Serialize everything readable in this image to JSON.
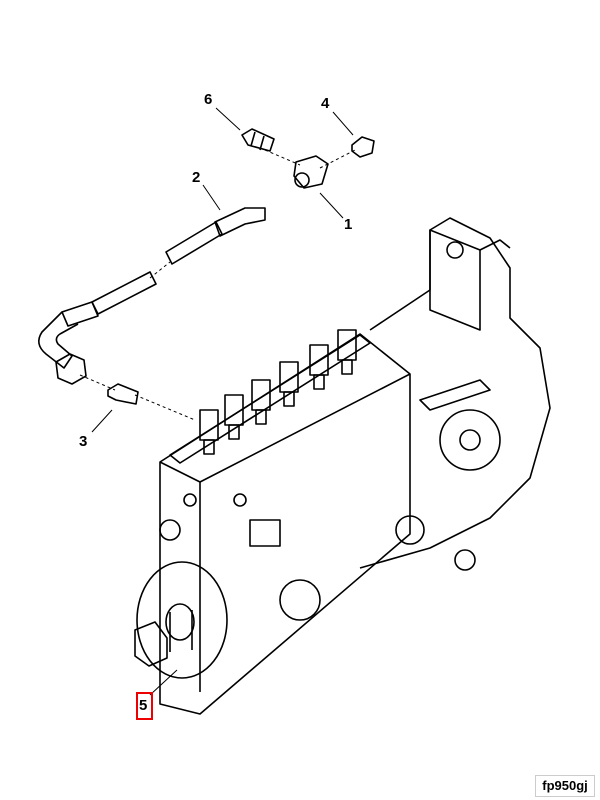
{
  "diagram": {
    "callouts": [
      {
        "id": "1",
        "label": "1"
      },
      {
        "id": "2",
        "label": "2"
      },
      {
        "id": "3",
        "label": "3"
      },
      {
        "id": "4",
        "label": "4"
      },
      {
        "id": "5",
        "label": "5",
        "highlighted": true
      },
      {
        "id": "6",
        "label": "6"
      }
    ],
    "highlight_color": "#e00000",
    "figure_id": "fp950gj"
  }
}
